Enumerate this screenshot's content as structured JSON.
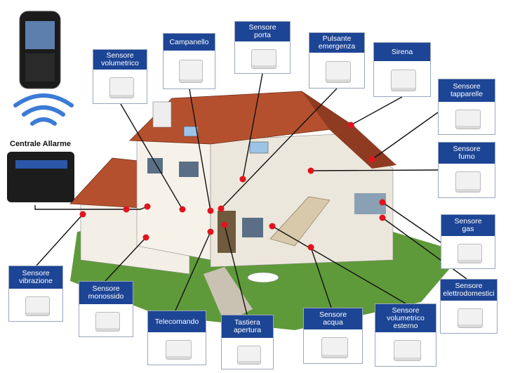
{
  "hub": {
    "label": "Centrale Allarme"
  },
  "sensors": [
    {
      "id": "volumetrico",
      "lines": [
        "Sensore",
        "volumetrico"
      ]
    },
    {
      "id": "campanello",
      "lines": [
        "Campanello"
      ]
    },
    {
      "id": "porta",
      "lines": [
        "Sensore",
        "porta"
      ]
    },
    {
      "id": "emergenza",
      "lines": [
        "Pulsante",
        "emergenza"
      ]
    },
    {
      "id": "sirena",
      "lines": [
        "Sirena"
      ]
    },
    {
      "id": "tapparelle",
      "lines": [
        "Sensore",
        "tapparelle"
      ]
    },
    {
      "id": "fumo",
      "lines": [
        "Sensore",
        "fumo"
      ]
    },
    {
      "id": "gas",
      "lines": [
        "Sensore",
        "gas"
      ]
    },
    {
      "id": "elettrodomestici",
      "lines": [
        "Sensore",
        "elettrodomestici"
      ]
    },
    {
      "id": "vibrazione",
      "lines": [
        "Sensore",
        "vibrazione"
      ]
    },
    {
      "id": "monossido",
      "lines": [
        "Sensore",
        "monossido"
      ]
    },
    {
      "id": "telecomando",
      "lines": [
        "Telecomando"
      ]
    },
    {
      "id": "tastiera",
      "lines": [
        "Tastiera",
        "apertura"
      ]
    },
    {
      "id": "acqua",
      "lines": [
        "Sensore",
        "acqua"
      ]
    },
    {
      "id": "volumetrico-esterno",
      "lines": [
        "Sensore",
        "volumetrico",
        "esterno"
      ]
    }
  ],
  "colors": {
    "header": "#1d4595",
    "marker": "#e0141e",
    "wifi": "#3a7bd5",
    "roof": "#b5502e",
    "lawn": "#5f9a3a"
  }
}
